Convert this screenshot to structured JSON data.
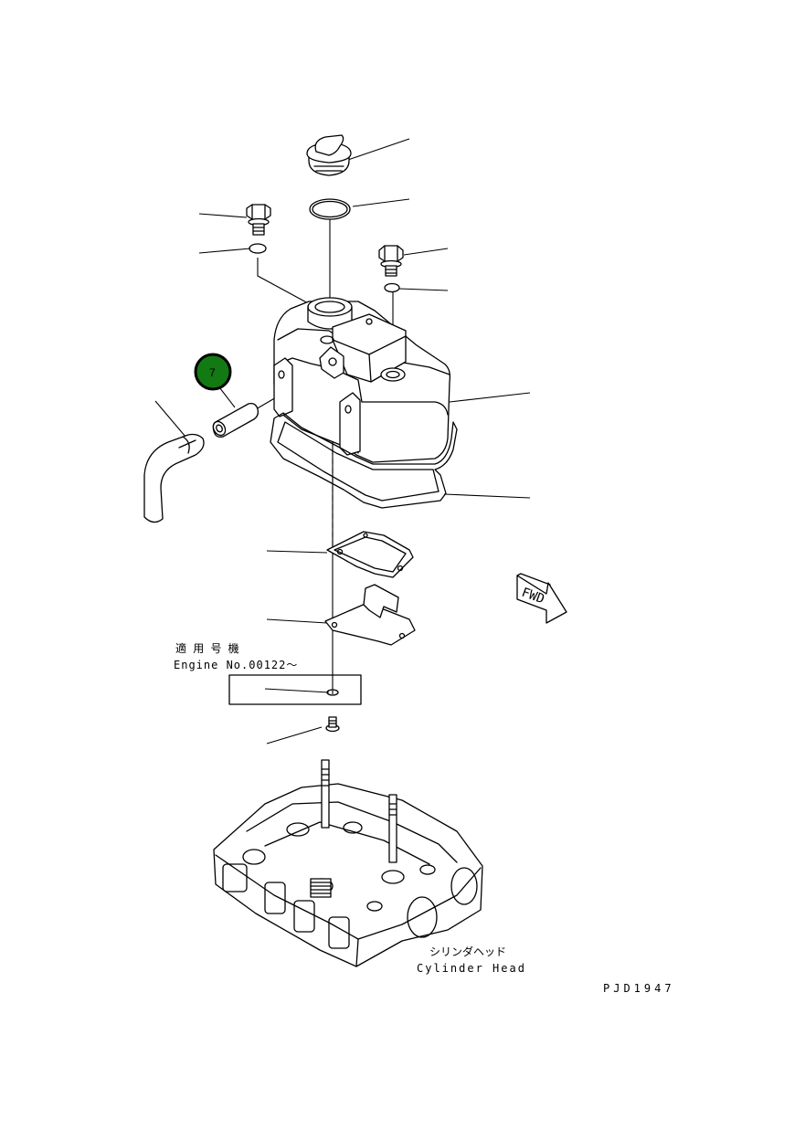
{
  "callout": {
    "number": "7",
    "color": "#137a13"
  },
  "applicable_serial_jp": "適 用 号 機",
  "applicable_serial_en": "Engine No.00122～",
  "fwd_label": "FWD",
  "cylinder_head_jp": "シリンダヘッド",
  "cylinder_head_en": "Cylinder Head",
  "diagram_code": "PJD1947"
}
